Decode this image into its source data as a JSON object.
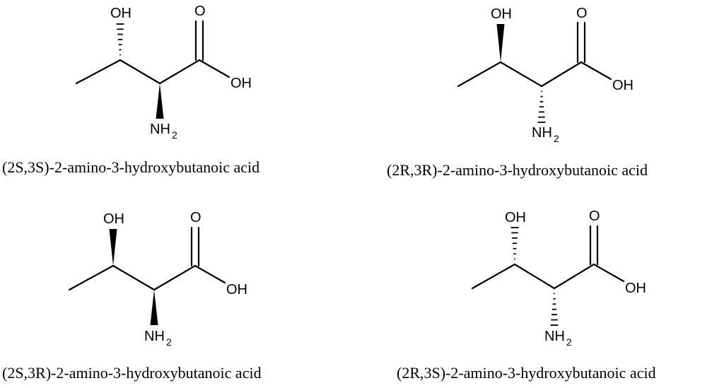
{
  "molecules": [
    {
      "name": "(2S,3S)-2-amino-3-hydroxybutanoic acid",
      "labels": {
        "hydroxyl_top": "OH",
        "carbonyl_o": "O",
        "acid_oh": "OH",
        "amine": "NH",
        "amine_sub": "2"
      },
      "c3_oh_bond": "hash",
      "c2_n_bond": "wedge"
    },
    {
      "name": "(2R,3R)-2-amino-3-hydroxybutanoic acid",
      "labels": {
        "hydroxyl_top": "OH",
        "carbonyl_o": "O",
        "acid_oh": "OH",
        "amine": "NH",
        "amine_sub": "2"
      },
      "c3_oh_bond": "wedge",
      "c2_n_bond": "hash"
    },
    {
      "name": "(2S,3R)-2-amino-3-hydroxybutanoic acid",
      "labels": {
        "hydroxyl_top": "OH",
        "carbonyl_o": "O",
        "acid_oh": "OH",
        "amine": "NH",
        "amine_sub": "2"
      },
      "c3_oh_bond": "wedge",
      "c2_n_bond": "wedge"
    },
    {
      "name": "(2R,3S)-2-amino-3-hydroxybutanoic acid",
      "labels": {
        "hydroxyl_top": "OH",
        "carbonyl_o": "O",
        "acid_oh": "OH",
        "amine": "NH",
        "amine_sub": "2"
      },
      "c3_oh_bond": "hash",
      "c2_n_bond": "hash"
    }
  ]
}
